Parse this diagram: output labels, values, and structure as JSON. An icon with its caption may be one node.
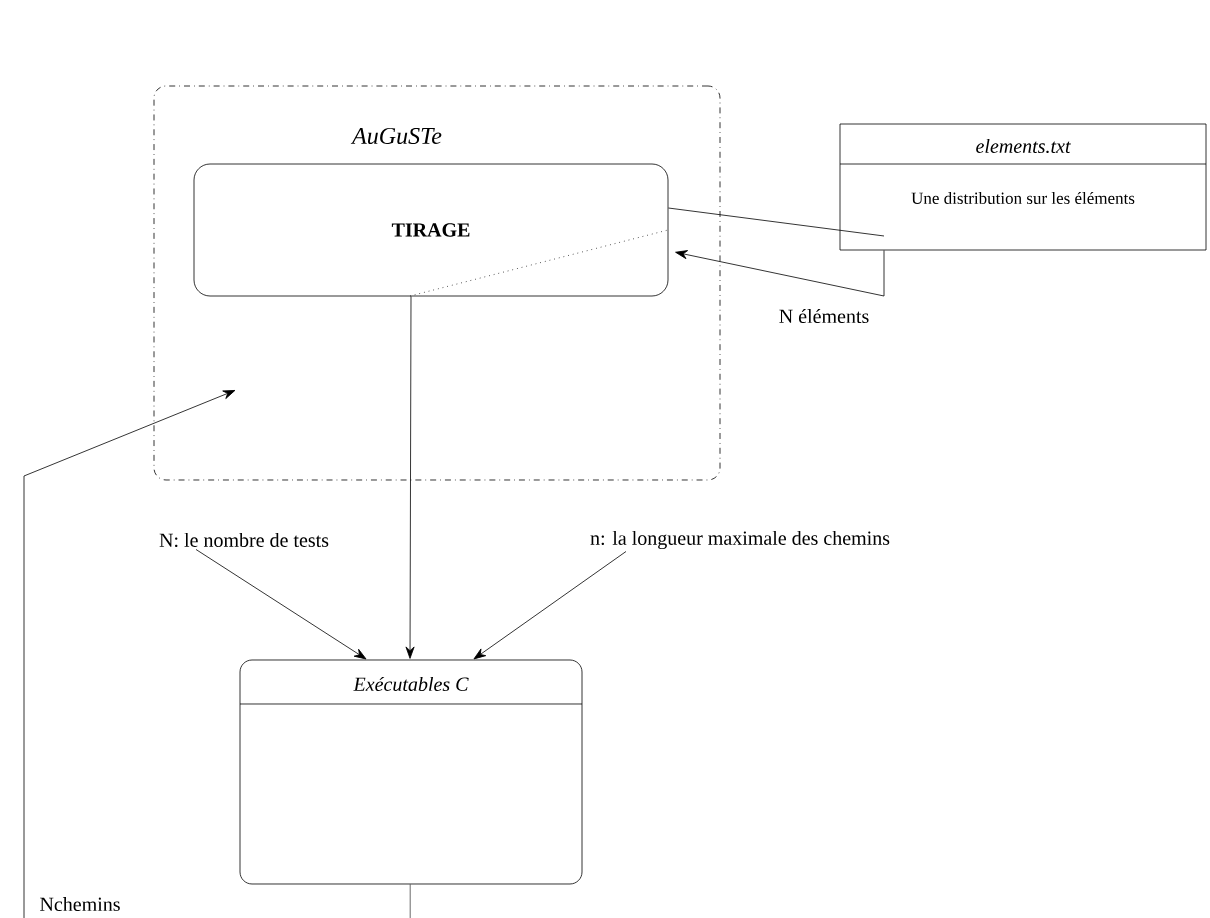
{
  "diagram": {
    "nodes": [
      {
        "text": [
          "AuGuSTe"
        ]
      },
      {
        "text": [
          "TIRAGE"
        ],
        "in": 0
      },
      {
        "text": [
          "elements.txt",
          "Une distribution sur les éléments"
        ]
      },
      {
        "text": [
          "Exécutables C"
        ]
      },
      {
        "text": [
          "N: le nombre de tests"
        ]
      },
      {
        "text": [
          "n: la longueur maximale des chemins"
        ]
      }
    ],
    "edges": [
      {
        "from": 1,
        "to": 3,
        "arrow": "to"
      },
      {
        "from": 1,
        "to": 2,
        "arrow": "none"
      },
      {
        "from": 2,
        "to": 1,
        "arrow": "to",
        "label": "N éléments"
      },
      {
        "from": 4,
        "to": 3,
        "arrow": "to"
      },
      {
        "from": 5,
        "to": 3,
        "arrow": "to"
      },
      {
        "from": 3,
        "to": null,
        "arrow": "none"
      },
      {
        "from": null,
        "to": 0,
        "arrow": "to",
        "label": "Nchemins"
      }
    ]
  }
}
